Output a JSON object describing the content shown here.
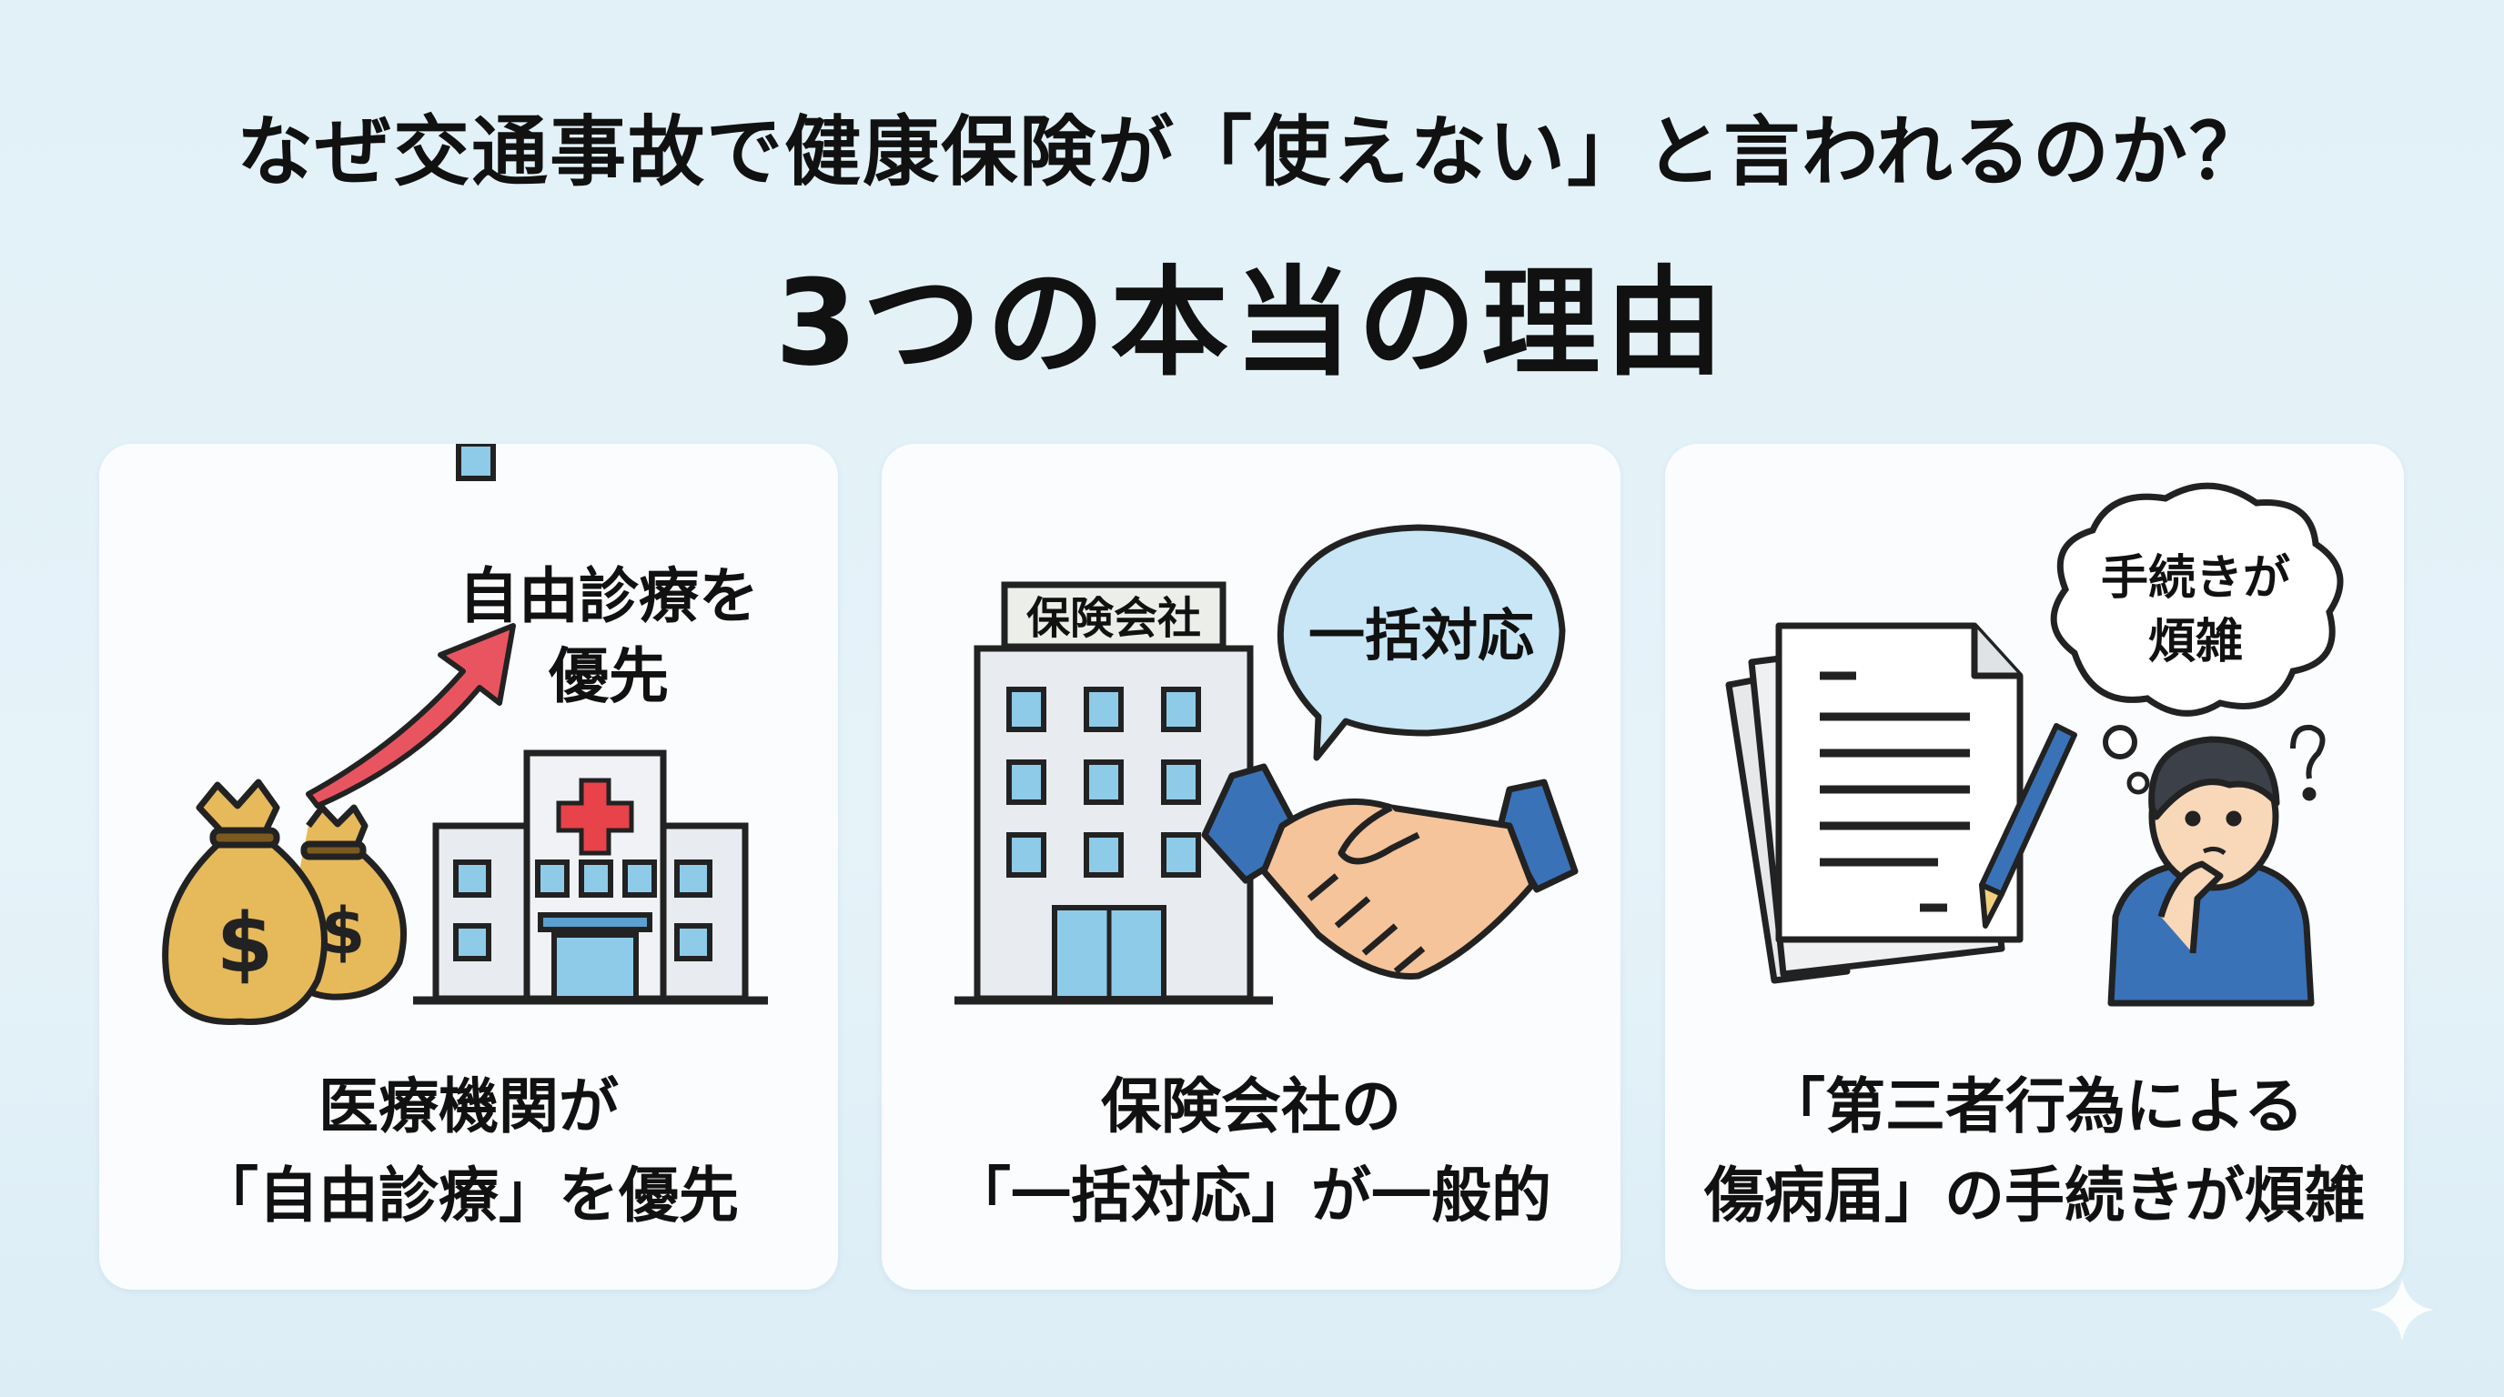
{
  "header": {
    "title_line1": "なぜ交通事故で健康保険が「使えない」と言われるのか？",
    "title_line2": "3つの本当の理由"
  },
  "cards": [
    {
      "illustration_label_line1": "自由診療を",
      "illustration_label_line2": "優先",
      "caption_line1": "医療機関が",
      "caption_line2": "「自由診療」を優先",
      "icons": [
        "money-bag-icon",
        "hospital-icon",
        "arrow-up-icon"
      ]
    },
    {
      "sign_label": "保険会社",
      "bubble_label": "一括対応",
      "caption_line1": "保険会社の",
      "caption_line2": "「一括対応」が一般的",
      "icons": [
        "office-building-icon",
        "speech-bubble-icon",
        "handshake-icon"
      ]
    },
    {
      "cloud_label_line1": "手続きが",
      "cloud_label_line2": "煩雑",
      "caption_line1": "「第三者行為による",
      "caption_line2": "傷病届」の手続きが煩雑",
      "icons": [
        "documents-icon",
        "pen-icon",
        "thought-cloud-icon",
        "confused-person-icon"
      ]
    }
  ],
  "colors": {
    "background": "#e2f1f8",
    "card": "#fbfcfd",
    "accent_blue": "#3a72b8",
    "window_blue": "#8ecbe8",
    "money_gold": "#e6b95a",
    "cross_red": "#e8424a",
    "arrow_red": "#e85560"
  }
}
